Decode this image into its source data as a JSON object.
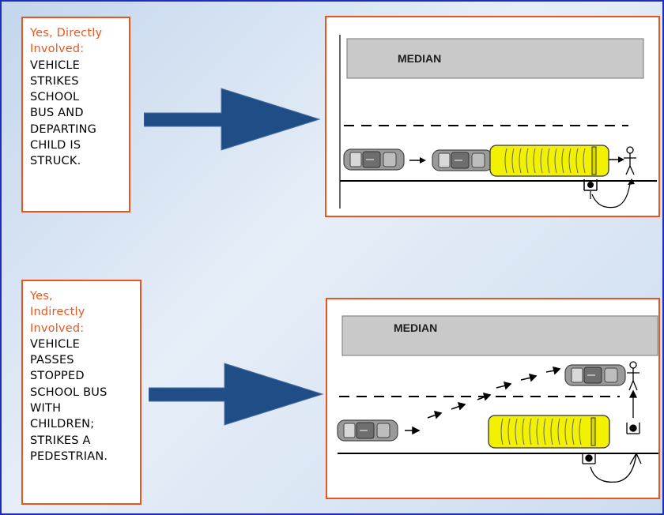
{
  "panels": [
    {
      "highlight_lines": [
        "Yes, Directly",
        "Involved:"
      ],
      "body_lines": [
        "VEHICLE",
        "STRIKES",
        "SCHOOL",
        "BUS AND",
        "DEPARTING",
        "CHILD IS",
        "STRUCK."
      ],
      "median_label": "MEDIAN"
    },
    {
      "highlight_lines": [
        "Yes,",
        "Indirectly",
        "Involved:"
      ],
      "body_lines": [
        "VEHICLE",
        "PASSES",
        "STOPPED",
        "SCHOOL BUS",
        "WITH",
        "CHILDREN;",
        "STRIKES A",
        "PEDESTRIAN."
      ],
      "median_label": "MEDIAN"
    }
  ],
  "colors": {
    "frame_border": "#1d2fb8",
    "box_border": "#e8561e",
    "highlight_text": "#e8561e",
    "arrow": "#1f4e86",
    "bus": "#f2f200",
    "car": "#9a9a9a",
    "median": "#c9c9c9"
  }
}
